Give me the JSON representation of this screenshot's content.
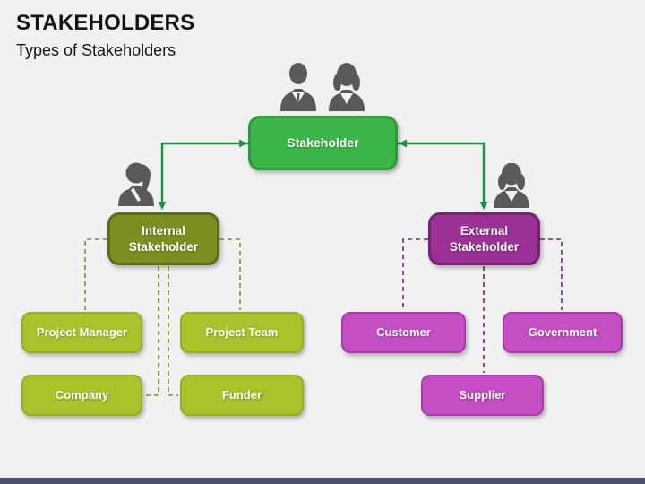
{
  "slide": {
    "title": "STAKEHOLDERS",
    "subtitle": "Types of Stakeholders"
  },
  "nodes": {
    "stakeholder": {
      "label": "Stakeholder"
    },
    "internal": {
      "label": "Internal Stakeholder"
    },
    "external": {
      "label": "External Stakeholder"
    },
    "project_manager": {
      "label": "Project Manager"
    },
    "project_team": {
      "label": "Project Team"
    },
    "company": {
      "label": "Company"
    },
    "funder": {
      "label": "Funder"
    },
    "customer": {
      "label": "Customer"
    },
    "government": {
      "label": "Government"
    },
    "supplier": {
      "label": "Supplier"
    }
  },
  "icons": {
    "top": "man-woman-icon",
    "internal": "woman-profile-icon",
    "external": "woman-icon"
  },
  "colors": {
    "background": "#f1f1f2",
    "title_text": "#141414",
    "bottom_bar": "#47566a",
    "green_fill": "#3cb54a",
    "green_border": "#2a9a3d",
    "olive_fill": "#7d8e20",
    "olive_border": "#5d6c17",
    "purple_fill": "#9b3095",
    "purple_border": "#722470",
    "lime_fill": "#a8c32b",
    "lime_border": "#95ae22",
    "magenta_fill": "#c44ec4",
    "magenta_border": "#aa39aa",
    "arrow_green": "#1e9145",
    "dash_olive": "#7d8e20",
    "dash_purple": "#7b2175",
    "icon_gray": "#595959",
    "node_text": "#ffffff"
  }
}
